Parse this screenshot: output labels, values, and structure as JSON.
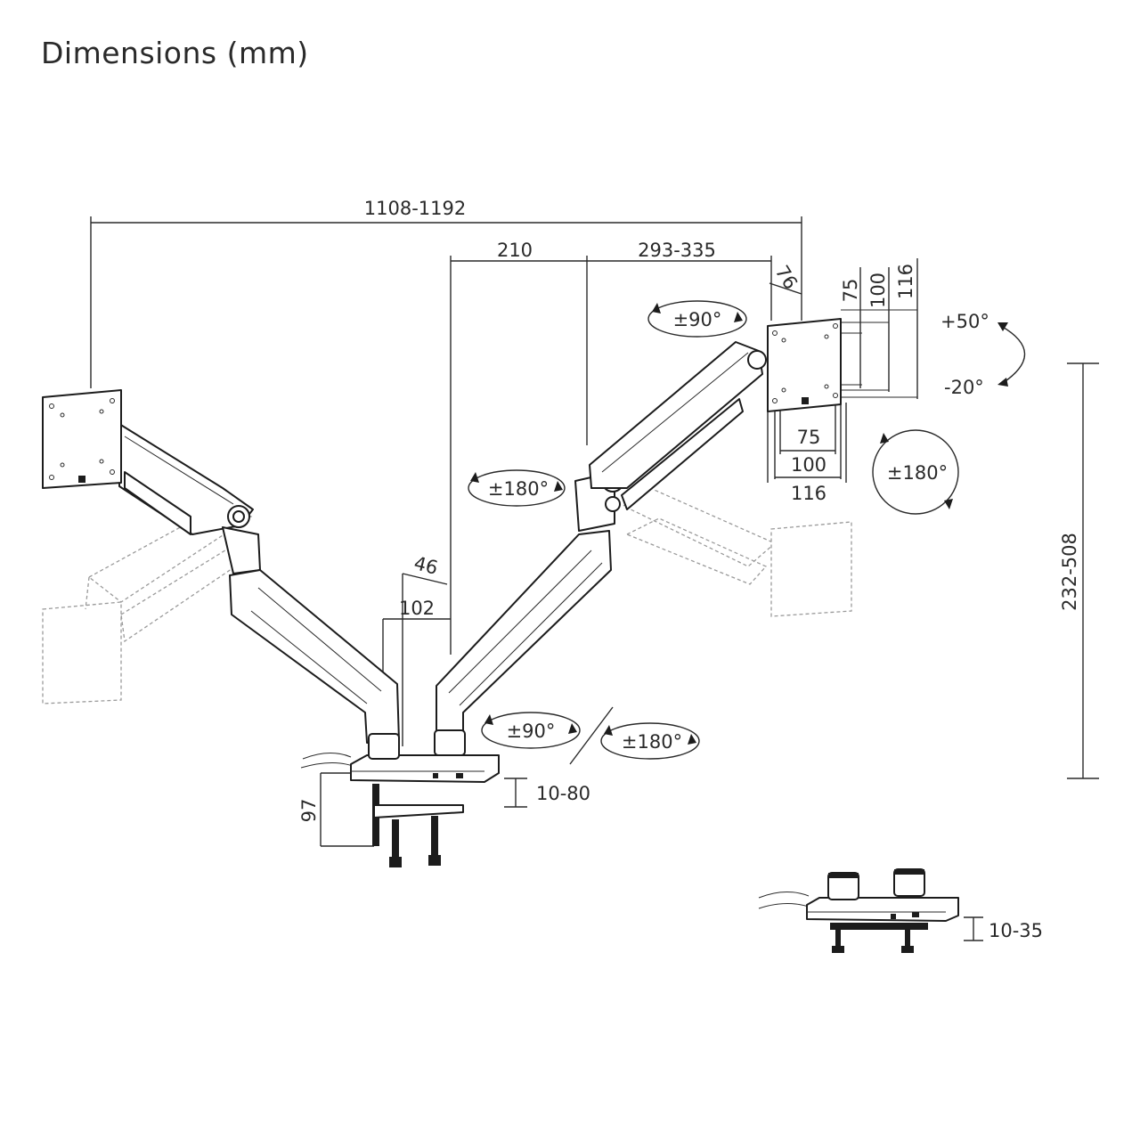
{
  "title": "Dimensions (mm)",
  "dimensions": {
    "overall_span": "1108-1192",
    "pole_to_joint": "210",
    "arm_reach": "293-335",
    "head_offset": "76",
    "vesa_v_75": "75",
    "vesa_v_100": "100",
    "vesa_v_116": "116",
    "vesa_h_75": "75",
    "vesa_h_100": "100",
    "vesa_h_116": "116",
    "offset_46": "46",
    "offset_102": "102",
    "height_range": "232-508",
    "clamp_height": "97",
    "desk_clamp_range": "10-80",
    "grommet_range": "10-35"
  },
  "rotations": {
    "head_swivel": "±90°",
    "tilt_up": "+50°",
    "tilt_down": "-20°",
    "rotation": "±180°",
    "arm_joint": "±180°",
    "base_swivel": "±90°",
    "base_rotation": "±180°"
  }
}
